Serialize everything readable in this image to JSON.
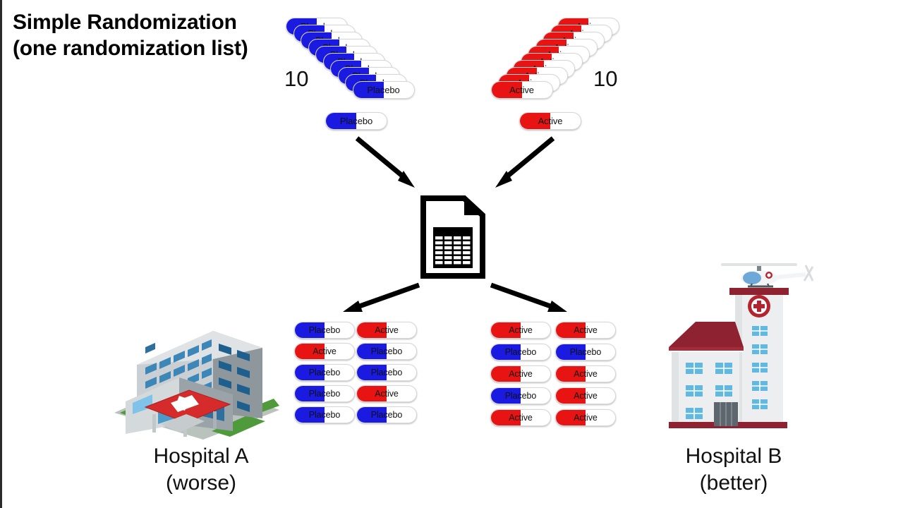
{
  "title": {
    "line1": "Simple Randomization",
    "line2": "(one randomization list)"
  },
  "treatments": {
    "placebo_label": "Placebo",
    "active_label": "Active",
    "placebo_color": "#1a1ae0",
    "active_color": "#e81414"
  },
  "source_groups": [
    {
      "name": "placebo-stack",
      "type": "Placebo",
      "count": "10",
      "stack_size": 10,
      "single_label": "Placebo"
    },
    {
      "name": "active-stack",
      "type": "Active",
      "count": "10",
      "stack_size": 10,
      "single_label": "Active"
    }
  ],
  "randomization_list": {
    "icon": "spreadsheet-document-icon",
    "table_columns": 4,
    "table_rows": 7
  },
  "hospitals": [
    {
      "id": "hospital-a",
      "name": "Hospital A",
      "qualifier": "(worse)",
      "icon": "hospital-building-icon",
      "allocations": {
        "left_column": [
          "Placebo",
          "Active",
          "Placebo",
          "Placebo",
          "Placebo"
        ],
        "right_column": [
          "Active",
          "Placebo",
          "Placebo",
          "Active",
          "Placebo"
        ]
      },
      "totals": {
        "Placebo": 7,
        "Active": 3
      }
    },
    {
      "id": "hospital-b",
      "name": "Hospital B",
      "qualifier": "(better)",
      "icon": "hospital-tower-helipad-icon",
      "allocations": {
        "left_column": [
          "Active",
          "Placebo",
          "Active",
          "Placebo",
          "Active"
        ],
        "right_column": [
          "Active",
          "Placebo",
          "Active",
          "Active",
          "Active"
        ]
      },
      "totals": {
        "Active": 7,
        "Placebo": 3
      }
    }
  ]
}
